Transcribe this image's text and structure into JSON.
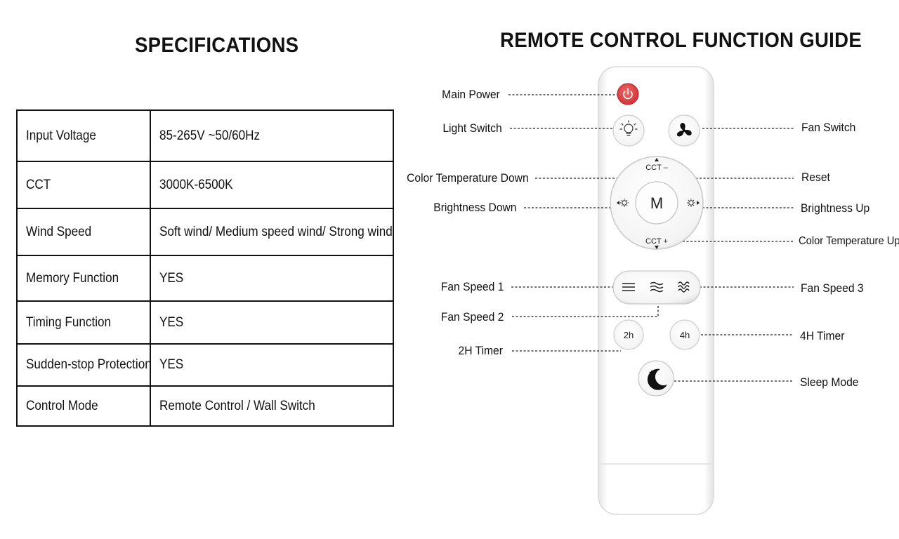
{
  "specifications": {
    "title": "SPECIFICATIONS",
    "rows": [
      {
        "key": "Input Voltage",
        "value": "85-265V ~50/60Hz"
      },
      {
        "key": "CCT",
        "value": "3000K-6500K"
      },
      {
        "key": "Wind Speed",
        "value": "Soft wind/ Medium speed wind/ Strong wind"
      },
      {
        "key": "Memory Function",
        "value": "YES"
      },
      {
        "key": "Timing  Function",
        "value": "YES"
      },
      {
        "key": "Sudden-stop Protection",
        "value": "YES"
      },
      {
        "key": "Control Mode",
        "value": "Remote Control /  Wall Switch"
      }
    ]
  },
  "guide": {
    "title": "REMOTE CONTROL FUNCTION GUIDE",
    "labels": {
      "main_power": "Main Power",
      "light_switch": "Light Switch",
      "fan_switch": "Fan Switch",
      "color_temp_down": "Color Temperature Down",
      "reset": "Reset",
      "brightness_down": "Brightness Down",
      "brightness_up": "Brightness Up",
      "color_temp_up": "Color Temperature Up",
      "fan_speed_1": "Fan Speed 1",
      "fan_speed_2": "Fan Speed 2",
      "fan_speed_3": "Fan Speed 3",
      "timer_2h": "2H Timer",
      "timer_4h": "4H Timer",
      "sleep_mode": "Sleep Mode"
    }
  },
  "remote": {
    "button_m": "M",
    "cct_minus": "CCT –",
    "cct_plus": "CCT +",
    "btn_2h": "2h",
    "btn_4h": "4h",
    "power_color": "#e0393e"
  }
}
